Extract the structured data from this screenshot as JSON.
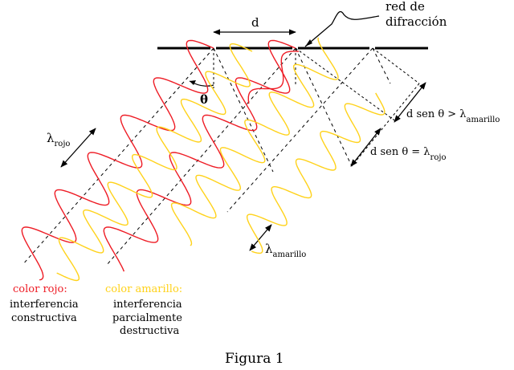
{
  "labels": {
    "d": "d",
    "grating_line1": "red de",
    "grating_line2": "difracción",
    "theta": "θ",
    "lambda_red_sym": "λ",
    "lambda_red_sub": "rojo",
    "lambda_yellow_sym": "λ",
    "lambda_yellow_sub": "amarillo",
    "cond_yellow_main": "d sen θ > λ",
    "cond_yellow_sub": "amarillo",
    "cond_red_main": "d sen θ = λ",
    "cond_red_sub": "rojo",
    "red_title": "color rojo:",
    "red_desc1": "interferencia",
    "red_desc2": "constructiva",
    "yellow_title": "color amarillo:",
    "yellow_desc1": "interferencia",
    "yellow_desc2": "parcialmente",
    "yellow_desc3": "destructiva",
    "caption": "Figura 1"
  },
  "colors": {
    "red": "#ee1c25",
    "yellow": "#ffd21a",
    "ink": "#000000"
  }
}
